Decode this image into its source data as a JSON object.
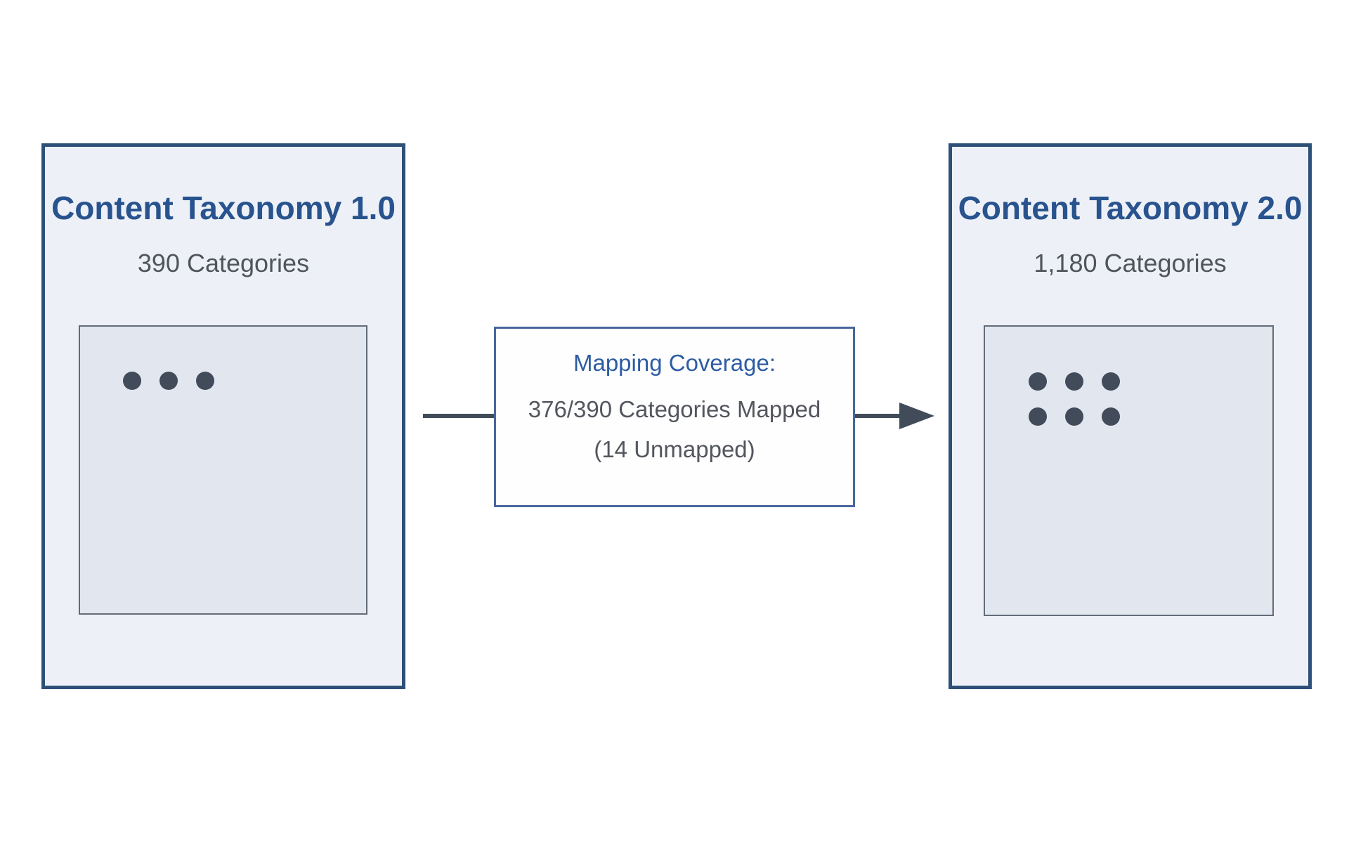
{
  "left_box": {
    "title": "Content Taxonomy 1.0",
    "subtitle": "390 Categories",
    "dot_count": 3
  },
  "mapping_box": {
    "title": "Mapping Coverage:",
    "detail": "376/390 Categories Mapped",
    "note": "(14 Unmapped)"
  },
  "right_box": {
    "title": "Content Taxonomy 2.0",
    "subtitle": "1,180 Categories",
    "dot_count": 6
  },
  "colors": {
    "title_blue": "#28538e",
    "mapping_blue": "#2d5ca3",
    "text_gray": "#53565e",
    "box_border_navy": "#2d5078",
    "box_fill": "#edf1f7",
    "panel_fill": "#e2e7ef",
    "panel_border": "#636c79",
    "mapping_box_border": "#48679c",
    "dot_and_arrow": "#414b5a",
    "background": "#ffffff"
  }
}
